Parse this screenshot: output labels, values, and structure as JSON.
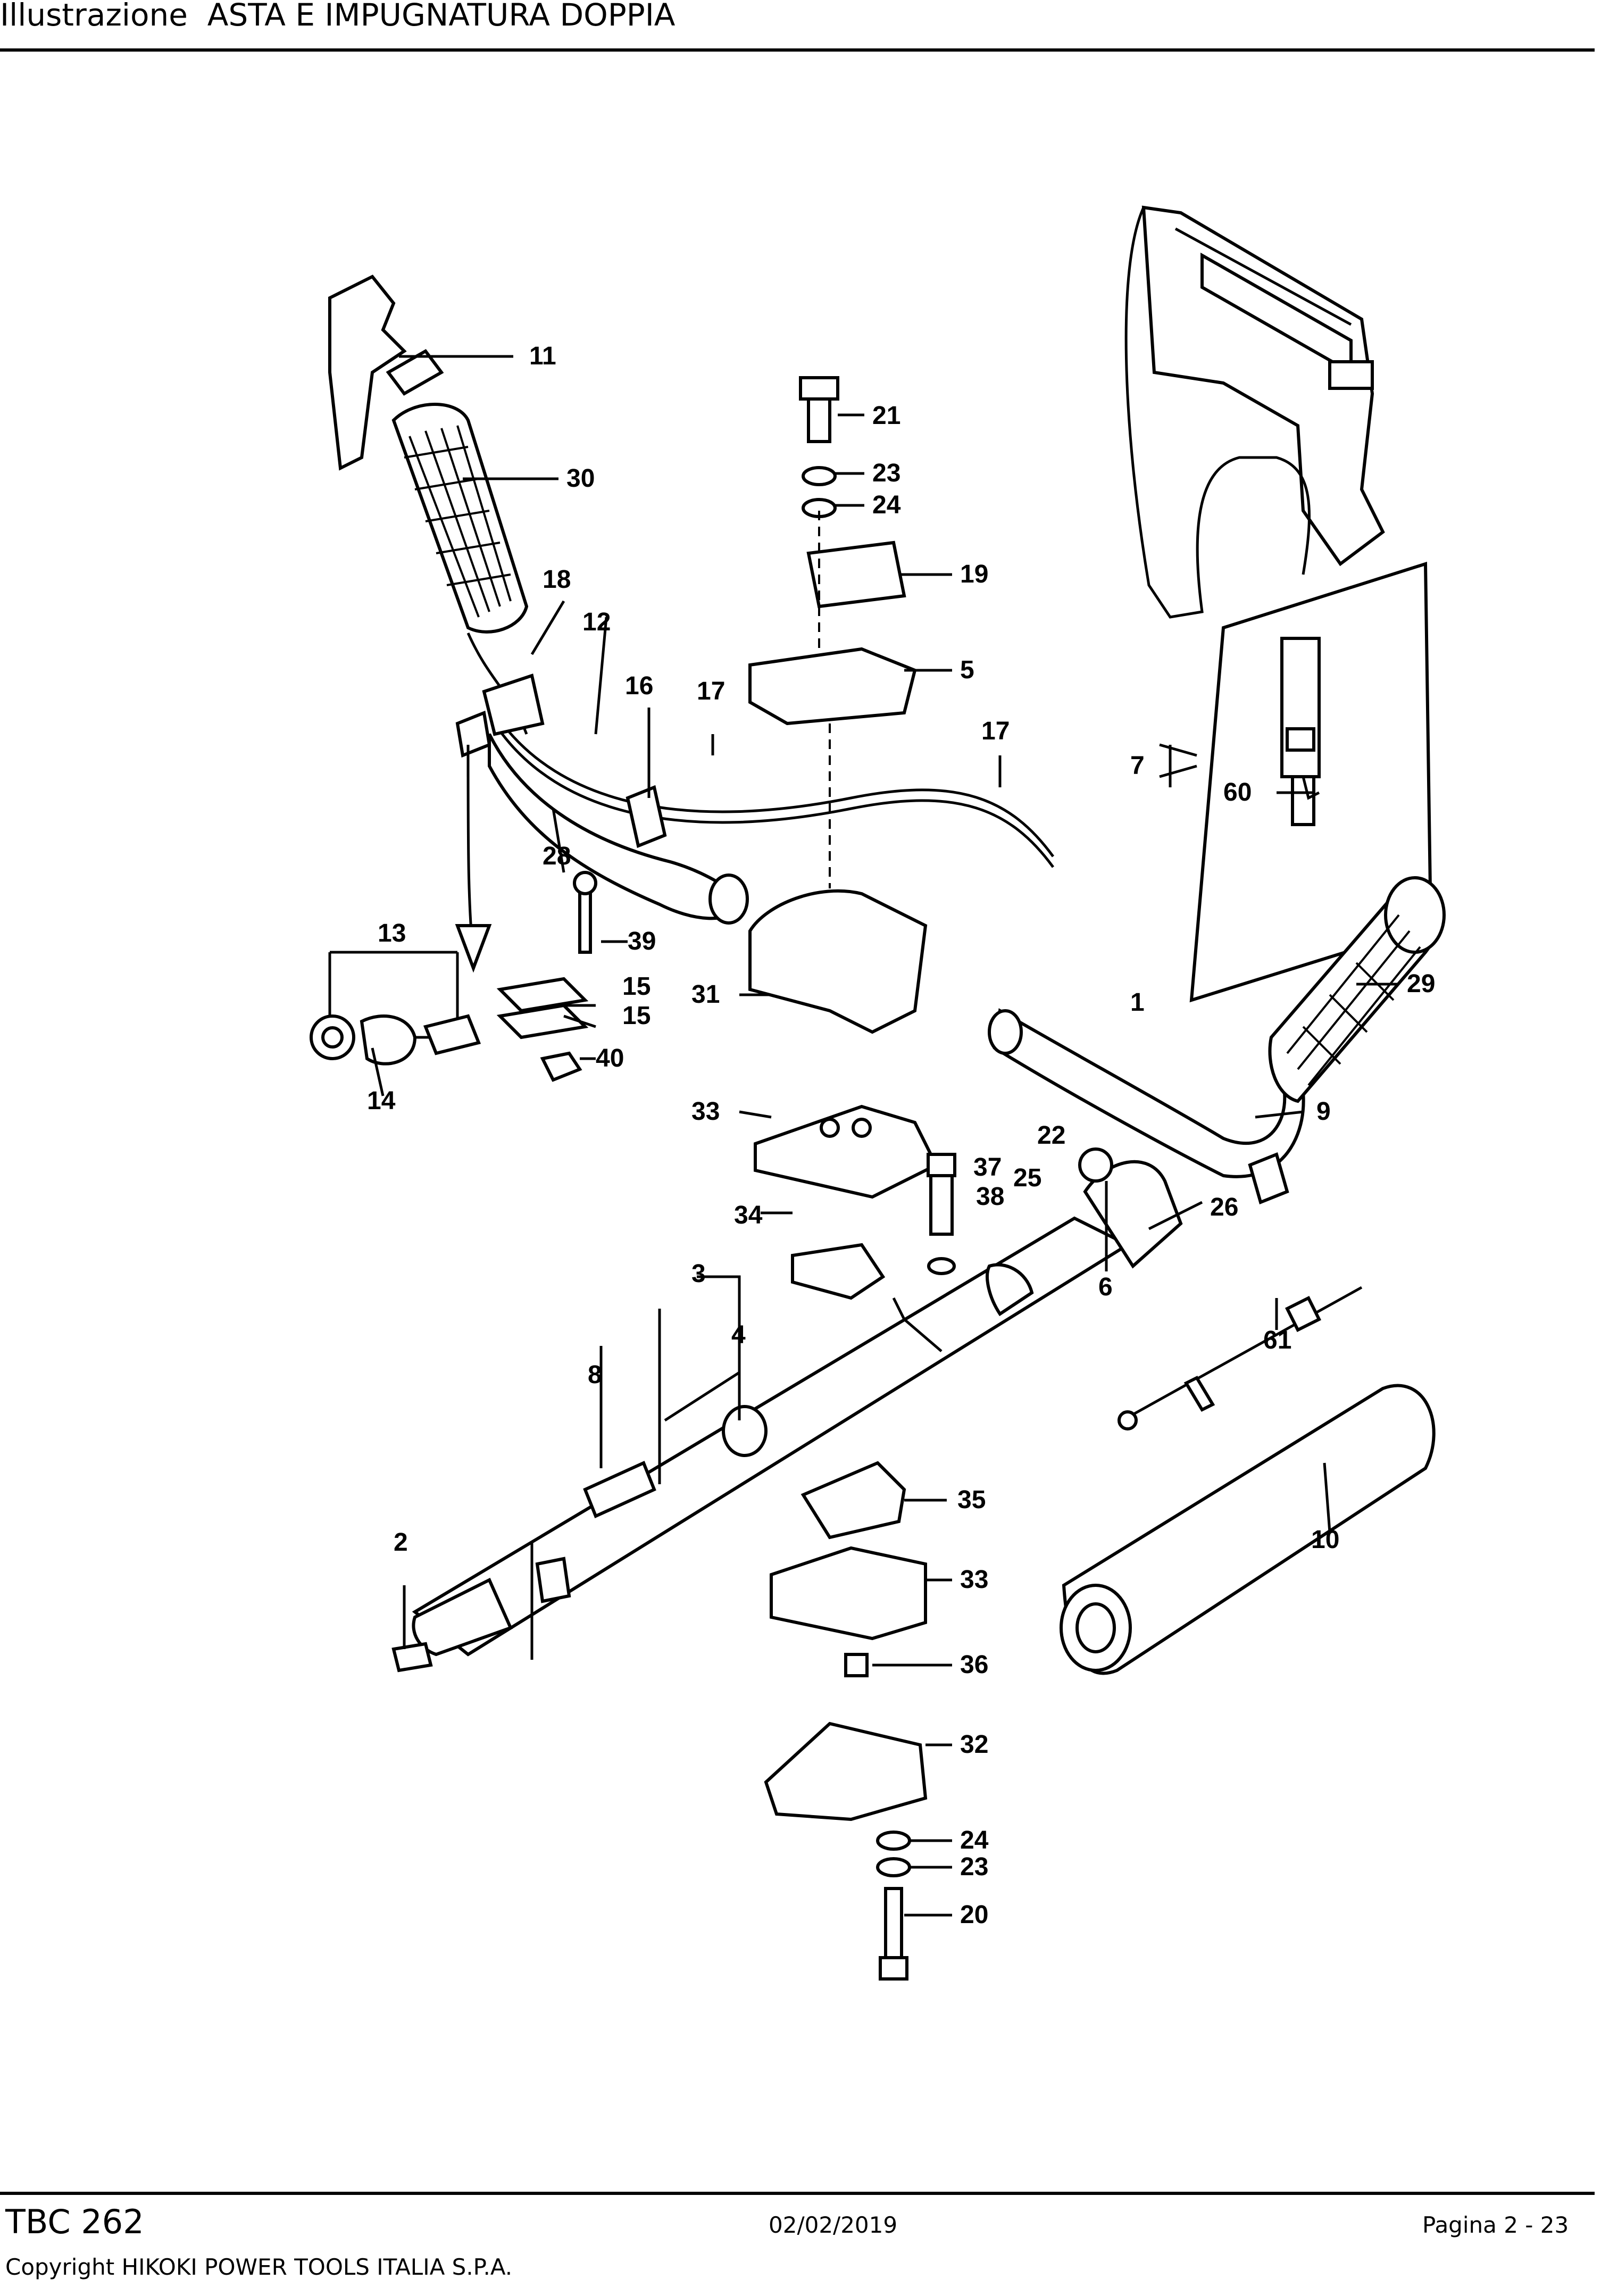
{
  "header": {
    "title": "Illustrazione  ASTA E IMPUGNATURA DOPPIA"
  },
  "footer": {
    "model": "TBC 262",
    "copyright": "Copyright HIKOKI POWER TOOLS ITALIA S.P.A.",
    "date": "02/02/2019",
    "page": "Pagina 2 - 23"
  },
  "diagram": {
    "callouts": [
      "1",
      "2",
      "3",
      "4",
      "5",
      "6",
      "7",
      "8",
      "9",
      "10",
      "11",
      "12",
      "13",
      "14",
      "15",
      "15",
      "16",
      "17",
      "17",
      "18",
      "19",
      "20",
      "21",
      "22",
      "23",
      "23",
      "24",
      "24",
      "25",
      "26",
      "28",
      "29",
      "30",
      "31",
      "32",
      "33",
      "33",
      "34",
      "35",
      "36",
      "37",
      "38",
      "39",
      "40",
      "60",
      "61"
    ]
  }
}
